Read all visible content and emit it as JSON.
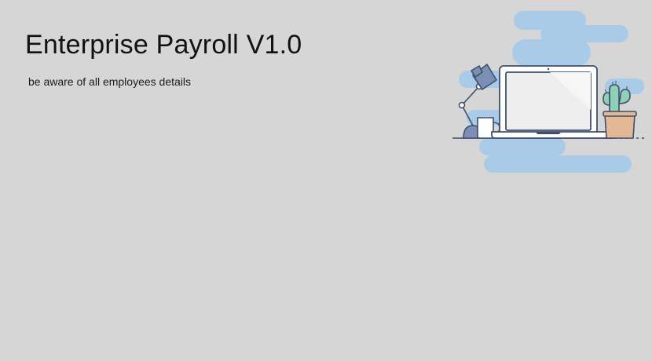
{
  "header": {
    "title": "Enterprise Payroll V1.0",
    "subtitle": "be aware of all employees details"
  },
  "illustration": {
    "icon": "workspace-laptop-illustration",
    "colors": {
      "cloud": "#a9cbe8",
      "laptop_body": "#ffffff",
      "laptop_screen": "#eeeeee",
      "outline": "#3f4f6b",
      "lamp": "#7a8fb3",
      "cactus": "#8fd1b5",
      "pot": "#e3b894"
    }
  }
}
